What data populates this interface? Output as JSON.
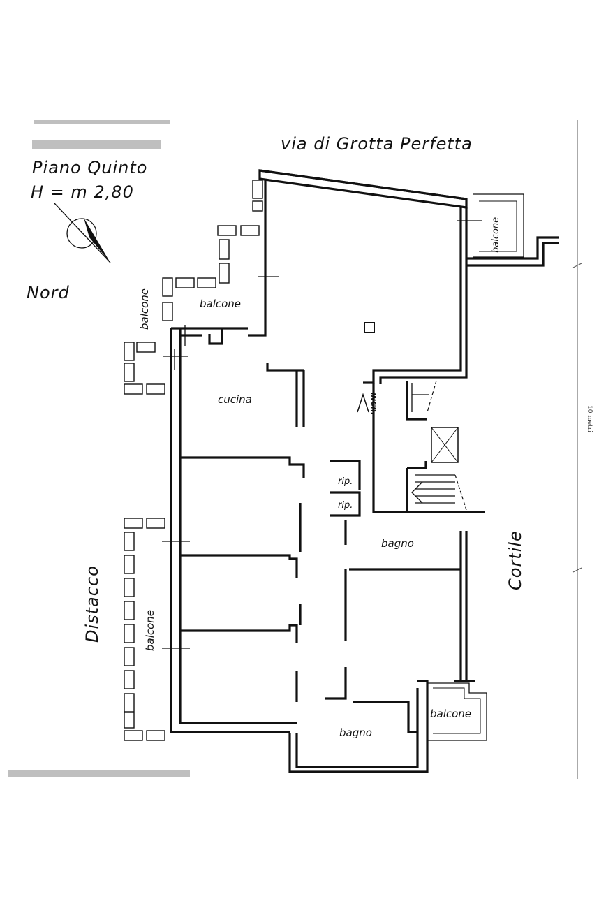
{
  "header": {
    "floor": "Piano Quinto",
    "height": "H = m 2,80"
  },
  "compass": {
    "label": "Nord",
    "icon": "north-arrow-icon"
  },
  "streets": {
    "top": "via di Grotta Perfetta",
    "left": "Distacco",
    "right": "Cortile"
  },
  "rooms": {
    "cucina": "cucina",
    "bagno_upper": "bagno",
    "bagno_lower": "bagno",
    "rip1": "rip.",
    "rip2": "rip.",
    "ingresso": "INGR."
  },
  "balconies": {
    "top_right": "balcone",
    "north": "balcone",
    "north_small": "balcone",
    "west": "balcone",
    "south_east": "balcone"
  },
  "scale": {
    "label": "10 metri"
  },
  "colors": {
    "ink": "#111111",
    "paper": "#ffffff"
  }
}
